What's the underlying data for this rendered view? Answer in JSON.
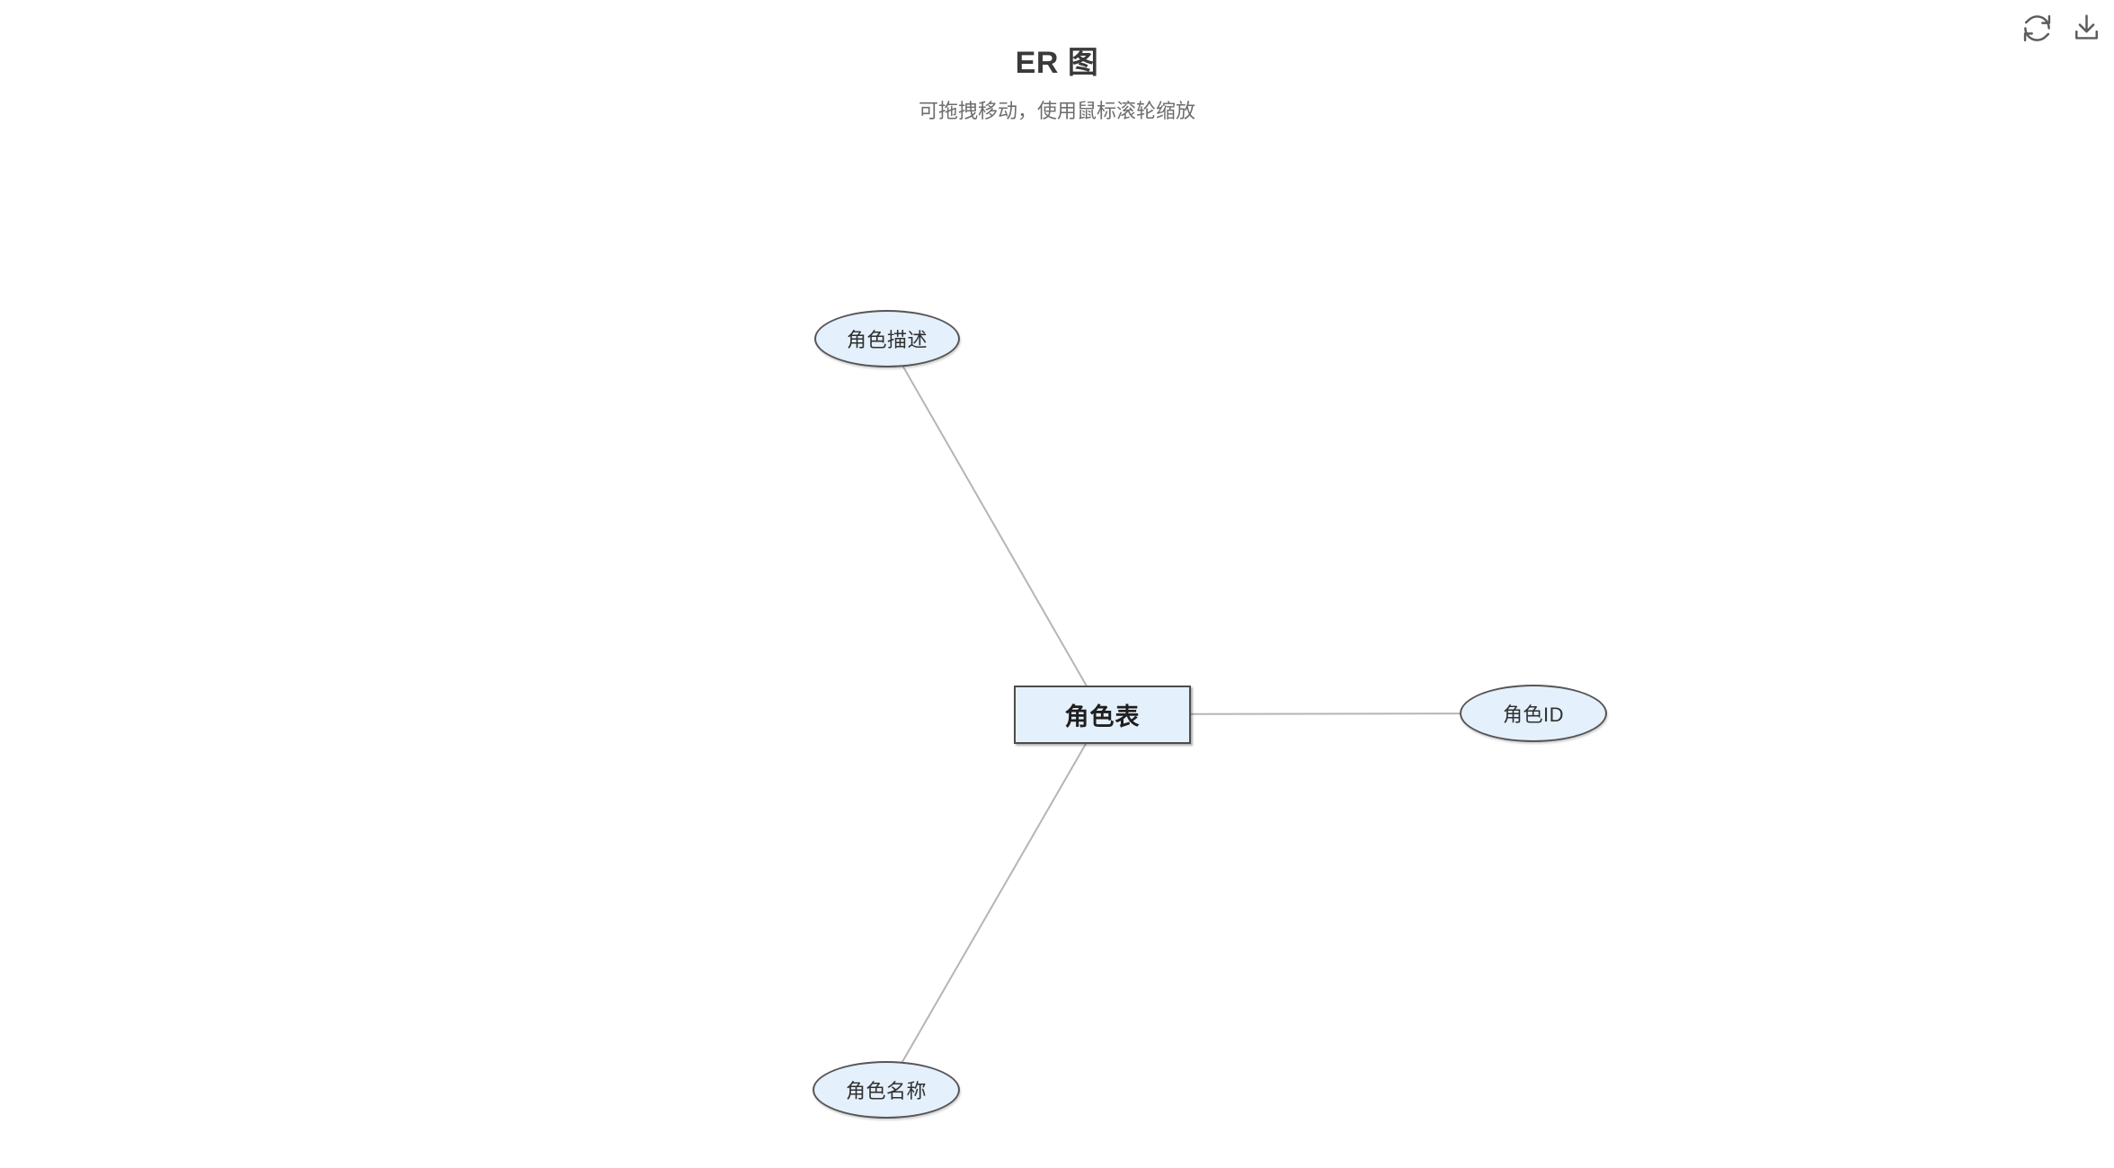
{
  "header": {
    "title": "ER 图",
    "subtitle": "可拖拽移动，使用鼠标滚轮缩放"
  },
  "toolbar": {
    "buttons": [
      {
        "name": "refresh",
        "icon": "refresh-icon"
      },
      {
        "name": "download",
        "icon": "download-icon"
      }
    ]
  },
  "diagram": {
    "entity": {
      "label": "角色表",
      "shape": "rectangle"
    },
    "attributes": [
      {
        "label": "角色描述",
        "shape": "ellipse",
        "position": "top-left"
      },
      {
        "label": "角色ID",
        "shape": "ellipse",
        "position": "right"
      },
      {
        "label": "角色名称",
        "shape": "ellipse",
        "position": "bottom-left"
      }
    ],
    "edges": [
      {
        "from": "角色表",
        "to": "角色描述"
      },
      {
        "from": "角色表",
        "to": "角色ID"
      },
      {
        "from": "角色表",
        "to": "角色名称"
      }
    ]
  },
  "colors": {
    "node_fill": "#e4f0fb",
    "node_border": "#4c4c4c",
    "edge": "#b5b5b5",
    "title_text": "#3a3a3a",
    "subtitle_text": "#6d6d6d",
    "icon": "#5c5c5c",
    "background": "#ffffff"
  }
}
